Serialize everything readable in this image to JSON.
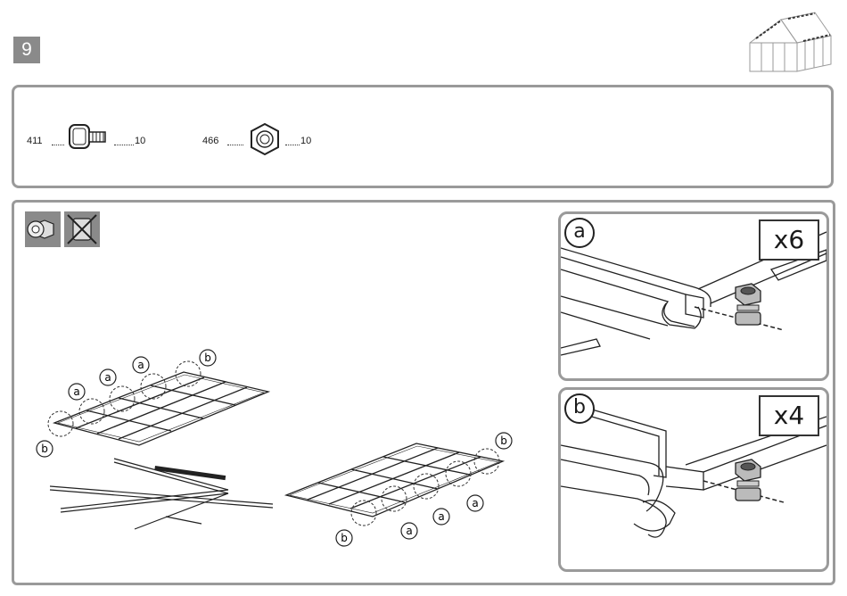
{
  "step": {
    "number": "9"
  },
  "parts": [
    {
      "id": "411",
      "qty": "10",
      "icon": "square-bolt-icon"
    },
    {
      "id": "466",
      "qty": "10",
      "icon": "hex-nut-icon"
    }
  ],
  "tools": [
    "wrench-nut-icon",
    "no-tool-icon"
  ],
  "callouts": {
    "a": "a",
    "b": "b"
  },
  "details": [
    {
      "letter": "a",
      "quantity": "x6"
    },
    {
      "letter": "b",
      "quantity": "x4"
    }
  ]
}
